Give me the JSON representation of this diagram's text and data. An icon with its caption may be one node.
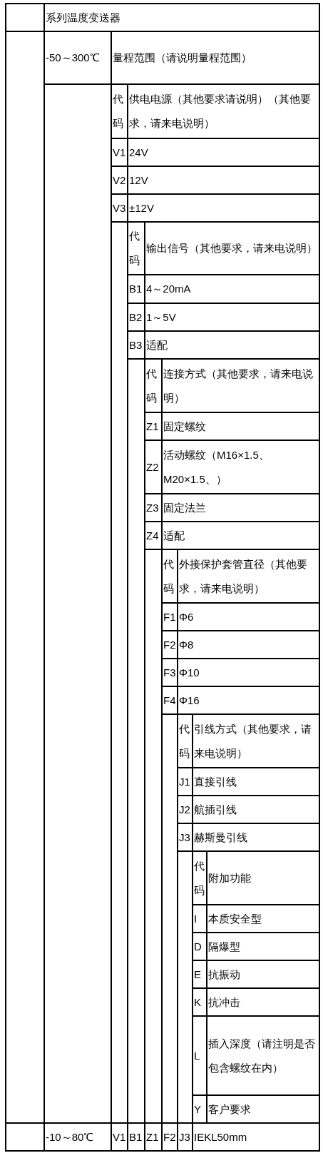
{
  "diagram": {
    "labels": [
      "系列温度变送器",
      "-50～300℃",
      "量程范围（请说明量程范围）",
      "代码",
      "供电电源（其他要求请说明）（其他要求，请来电说明）",
      "V1",
      "24V",
      "V2",
      "12V",
      "V3",
      "±12V",
      "代码",
      "输出信号（其他要求，请来电说明）",
      "B1",
      "4～20mA",
      "B2",
      "1～5V",
      "B3",
      "适配",
      "代码",
      "连接方式（其他要求，请来电说明）",
      "Z1",
      "固定螺纹",
      "Z2",
      "活动螺纹（M16×1.5、M20×1.5、）",
      "Z3",
      "固定法兰",
      "Z4",
      "适配",
      "代码",
      "外接保护套管直径（其他要求，请来电说明）",
      "F1",
      "Φ6",
      "F2",
      "Φ8",
      "F3",
      "Φ10",
      "F4",
      "Φ16",
      "代码",
      "引线方式（其他要求，请来电说明）",
      "J1",
      "直接引线",
      "J2",
      "航插引线",
      "J3",
      "赫斯曼引线",
      "代码",
      "附加功能",
      "I",
      "本质安全型",
      "D",
      "隔爆型",
      "E",
      "抗振动",
      "K",
      "抗冲击",
      "L",
      "插入深度（请注明是否包含螺纹在内）",
      "Y",
      "客户要求",
      "-10～80℃",
      "V1",
      "B1",
      "Z1",
      "F2",
      "J3",
      "IEKL50mm"
    ]
  }
}
